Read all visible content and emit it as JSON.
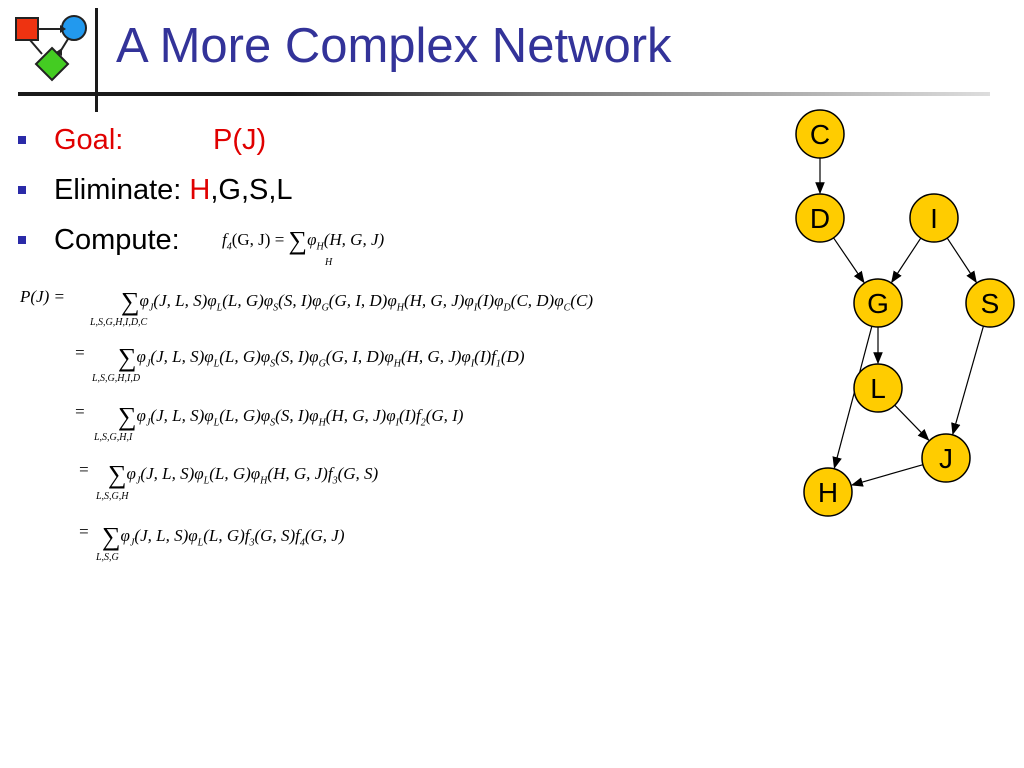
{
  "slide": {
    "title": "A More Complex Network"
  },
  "bullets": {
    "goal_label": "Goal:",
    "goal_value": "P(J)",
    "eliminate_label": "Eliminate: ",
    "eliminate_h": "H",
    "eliminate_rest": ",G,S,L",
    "compute_label": "Compute:"
  },
  "compute_formula": {
    "lhs": "f",
    "lhs_sub": "4",
    "args": "(G, J) = ",
    "factor": "φ",
    "factor_sub": "H",
    "factor_args": "(H, G, J)",
    "sum_index": "H"
  },
  "equations": [
    {
      "lhs": "P(J) = ",
      "sum_index": "L,S,G,H,I,D,C",
      "terms": [
        {
          "sym": "φ",
          "sub": "J",
          "args": "(J, L, S)"
        },
        {
          "sym": "φ",
          "sub": "L",
          "args": "(L, G)"
        },
        {
          "sym": "φ",
          "sub": "S",
          "args": "(S, I)"
        },
        {
          "sym": "φ",
          "sub": "G",
          "args": "(G, I, D)"
        },
        {
          "sym": "φ",
          "sub": "H",
          "args": "(H, G, J)"
        },
        {
          "sym": "φ",
          "sub": "I",
          "args": "(I)"
        },
        {
          "sym": "φ",
          "sub": "D",
          "args": "(C, D)"
        },
        {
          "sym": "φ",
          "sub": "C",
          "args": "(C)"
        }
      ]
    },
    {
      "lhs": "= ",
      "sum_index": "L,S,G,H,I,D",
      "terms": [
        {
          "sym": "φ",
          "sub": "J",
          "args": "(J, L, S)"
        },
        {
          "sym": "φ",
          "sub": "L",
          "args": "(L, G)"
        },
        {
          "sym": "φ",
          "sub": "S",
          "args": "(S, I)"
        },
        {
          "sym": "φ",
          "sub": "G",
          "args": "(G, I, D)"
        },
        {
          "sym": "φ",
          "sub": "H",
          "args": "(H, G, J)"
        },
        {
          "sym": "φ",
          "sub": "I",
          "args": "(I)"
        },
        {
          "sym": "f",
          "sub": "1",
          "args": "(D)"
        }
      ]
    },
    {
      "lhs": "= ",
      "sum_index": "L,S,G,H,I",
      "terms": [
        {
          "sym": "φ",
          "sub": "J",
          "args": "(J, L, S)"
        },
        {
          "sym": "φ",
          "sub": "L",
          "args": "(L, G)"
        },
        {
          "sym": "φ",
          "sub": "S",
          "args": "(S, I)"
        },
        {
          "sym": "φ",
          "sub": "H",
          "args": "(H, G, J)"
        },
        {
          "sym": "φ",
          "sub": "I",
          "args": "(I)"
        },
        {
          "sym": "f",
          "sub": "2",
          "args": "(G, I)"
        }
      ]
    },
    {
      "lhs": "= ",
      "sum_index": "L,S,G,H",
      "terms": [
        {
          "sym": "φ",
          "sub": "J",
          "args": "(J, L, S)"
        },
        {
          "sym": "φ",
          "sub": "L",
          "args": "(L, G)"
        },
        {
          "sym": "φ",
          "sub": "H",
          "args": "(H, G, J)"
        },
        {
          "sym": "f",
          "sub": "3",
          "args": "(G, S)"
        }
      ]
    },
    {
      "lhs": "= ",
      "sum_index": "L,S,G",
      "terms": [
        {
          "sym": "φ",
          "sub": "J",
          "args": "(J, L, S)"
        },
        {
          "sym": "φ",
          "sub": "L",
          "args": "(L, G)"
        },
        {
          "sym": "f",
          "sub": "3",
          "args": "(G, S)"
        },
        {
          "sym": "f",
          "sub": "4",
          "args": "(G, J)"
        }
      ]
    }
  ],
  "network": {
    "node_fill": "#FFCC00",
    "node_stroke": "#000000",
    "nodes": [
      {
        "id": "C",
        "label": "C"
      },
      {
        "id": "D",
        "label": "D"
      },
      {
        "id": "I",
        "label": "I"
      },
      {
        "id": "G",
        "label": "G"
      },
      {
        "id": "S",
        "label": "S"
      },
      {
        "id": "L",
        "label": "L"
      },
      {
        "id": "J",
        "label": "J"
      },
      {
        "id": "H",
        "label": "H"
      }
    ],
    "edges": [
      [
        "C",
        "D"
      ],
      [
        "D",
        "G"
      ],
      [
        "I",
        "G"
      ],
      [
        "I",
        "S"
      ],
      [
        "G",
        "L"
      ],
      [
        "G",
        "H"
      ],
      [
        "S",
        "J"
      ],
      [
        "L",
        "J"
      ],
      [
        "J",
        "H"
      ]
    ]
  },
  "colors": {
    "title": "#333399",
    "bullet": "#2A2AA8",
    "highlight": "#E00000"
  }
}
